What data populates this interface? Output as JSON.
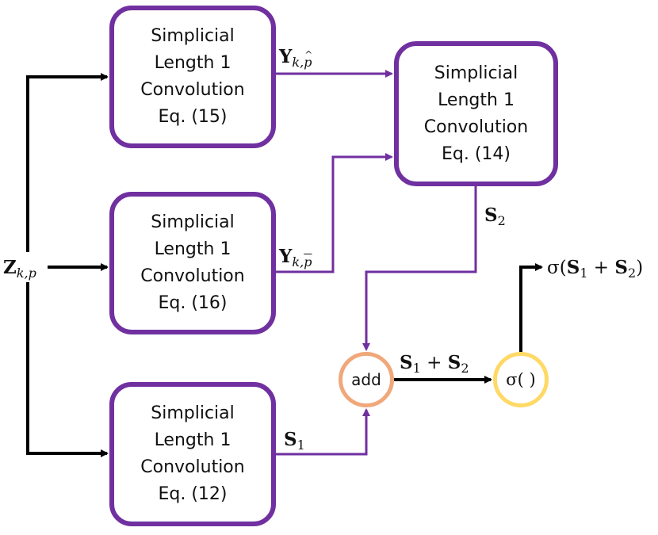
{
  "boxes": {
    "eq15": {
      "lines": [
        "Simplicial",
        "Length 1",
        "Convolution",
        "Eq. (15)"
      ]
    },
    "eq16": {
      "lines": [
        "Simplicial",
        "Length 1",
        "Convolution",
        "Eq. (16)"
      ]
    },
    "eq12": {
      "lines": [
        "Simplicial",
        "Length 1",
        "Convolution",
        "Eq. (12)"
      ]
    },
    "eq14": {
      "lines": [
        "Simplicial",
        "Length 1",
        "Convolution",
        "Eq. (14)"
      ]
    }
  },
  "nodes": {
    "add": "add",
    "sigma": "σ( )"
  },
  "labels": {
    "input": {
      "main": "Z",
      "sub": "k,p"
    },
    "y_hat": {
      "main": "Y",
      "sub_prefix": "k,",
      "sub_var": "p"
    },
    "y_bar": {
      "main": "Y",
      "sub_prefix": "k,",
      "sub_var": "p"
    },
    "s1": {
      "main": "S",
      "sub": "1"
    },
    "s2": {
      "main": "S",
      "sub": "2"
    },
    "sum": {
      "a": "S",
      "a_sub": "1",
      "op": " + ",
      "b": "S",
      "b_sub": "2"
    },
    "output": {
      "fn": "σ(",
      "a": "S",
      "a_sub": "1",
      "op": " + ",
      "b": "S",
      "b_sub": "2",
      "close": ")"
    }
  },
  "colors": {
    "box_border": "#7030a0",
    "wire_purple": "#7030a0",
    "wire_black": "#000000",
    "add_border": "#f0a87a",
    "sigma_border": "#ffd966"
  }
}
